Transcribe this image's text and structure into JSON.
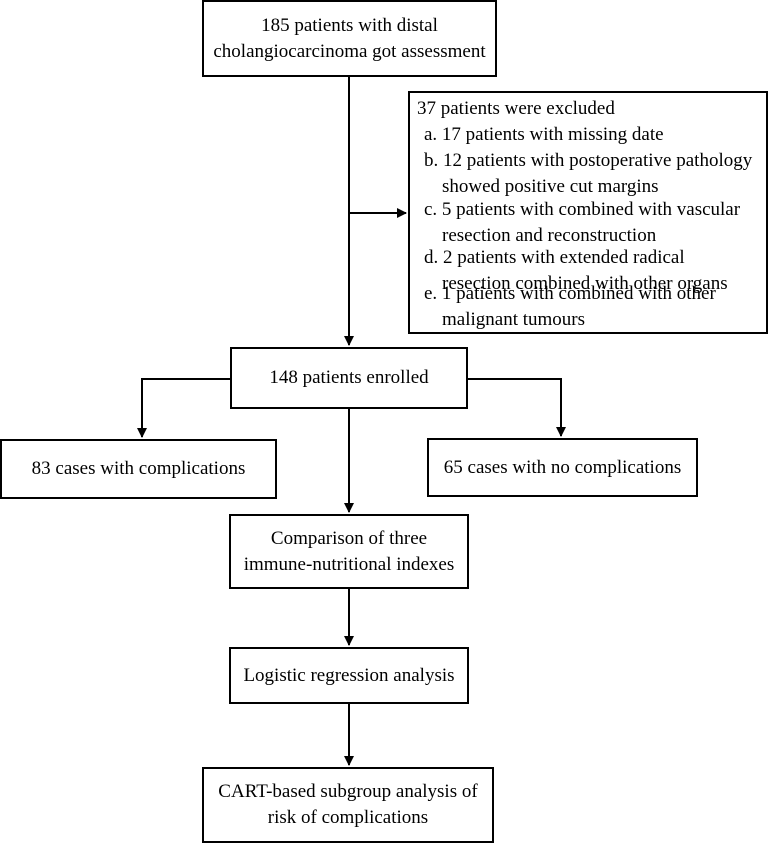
{
  "boxes": {
    "assessment": {
      "lines": [
        "185 patients with distal",
        "cholangiocarcinoma got assessment"
      ]
    },
    "excluded": {
      "title": "37 patients were excluded",
      "items": [
        {
          "lines": [
            "a. 17 patients with missing date"
          ]
        },
        {
          "lines": [
            "b. 12 patients with postoperative pathology",
            "showed positive cut margins"
          ]
        },
        {
          "lines": [
            "c. 5 patients with combined with vascular",
            "resection and reconstruction"
          ]
        },
        {
          "lines": [
            "d. 2 patients with extended radical",
            "resection  combined with other organs"
          ]
        },
        {
          "lines": [
            "e. 1 patients with combined with other",
            "malignant tumours"
          ]
        }
      ]
    },
    "enrolled": {
      "lines": [
        "148 patients enrolled"
      ]
    },
    "complications": {
      "lines": [
        "83 cases with complications"
      ]
    },
    "no_complications": {
      "lines": [
        "65 cases with no complications"
      ]
    },
    "comparison": {
      "lines": [
        "Comparison of three",
        "immune-nutritional indexes"
      ]
    },
    "logistic": {
      "lines": [
        "Logistic regression analysis"
      ]
    },
    "cart": {
      "lines": [
        "CART-based subgroup analysis of",
        "risk of complications"
      ]
    }
  }
}
